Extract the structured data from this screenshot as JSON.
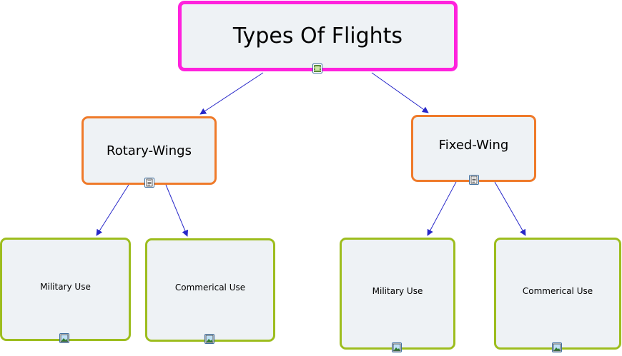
{
  "diagram": {
    "root": {
      "label": "Types Of Flights",
      "icon": "film-icon"
    },
    "branches": [
      {
        "label": "Rotary-Wings",
        "icon": "document-icon",
        "children": [
          {
            "label": "Military Use",
            "icon": "image-icon"
          },
          {
            "label": "Commerical Use",
            "icon": "image-icon"
          }
        ]
      },
      {
        "label": "Fixed-Wing",
        "icon": "document-icon",
        "children": [
          {
            "label": "Military Use",
            "icon": "image-icon"
          },
          {
            "label": "Commerical Use",
            "icon": "image-icon"
          }
        ]
      }
    ]
  },
  "colors": {
    "root_border": "#ff22dd",
    "level1_border": "#ef7a2a",
    "level2_border": "#9dbd1e",
    "node_fill": "#eef2f5",
    "connector": "#2727c9"
  }
}
